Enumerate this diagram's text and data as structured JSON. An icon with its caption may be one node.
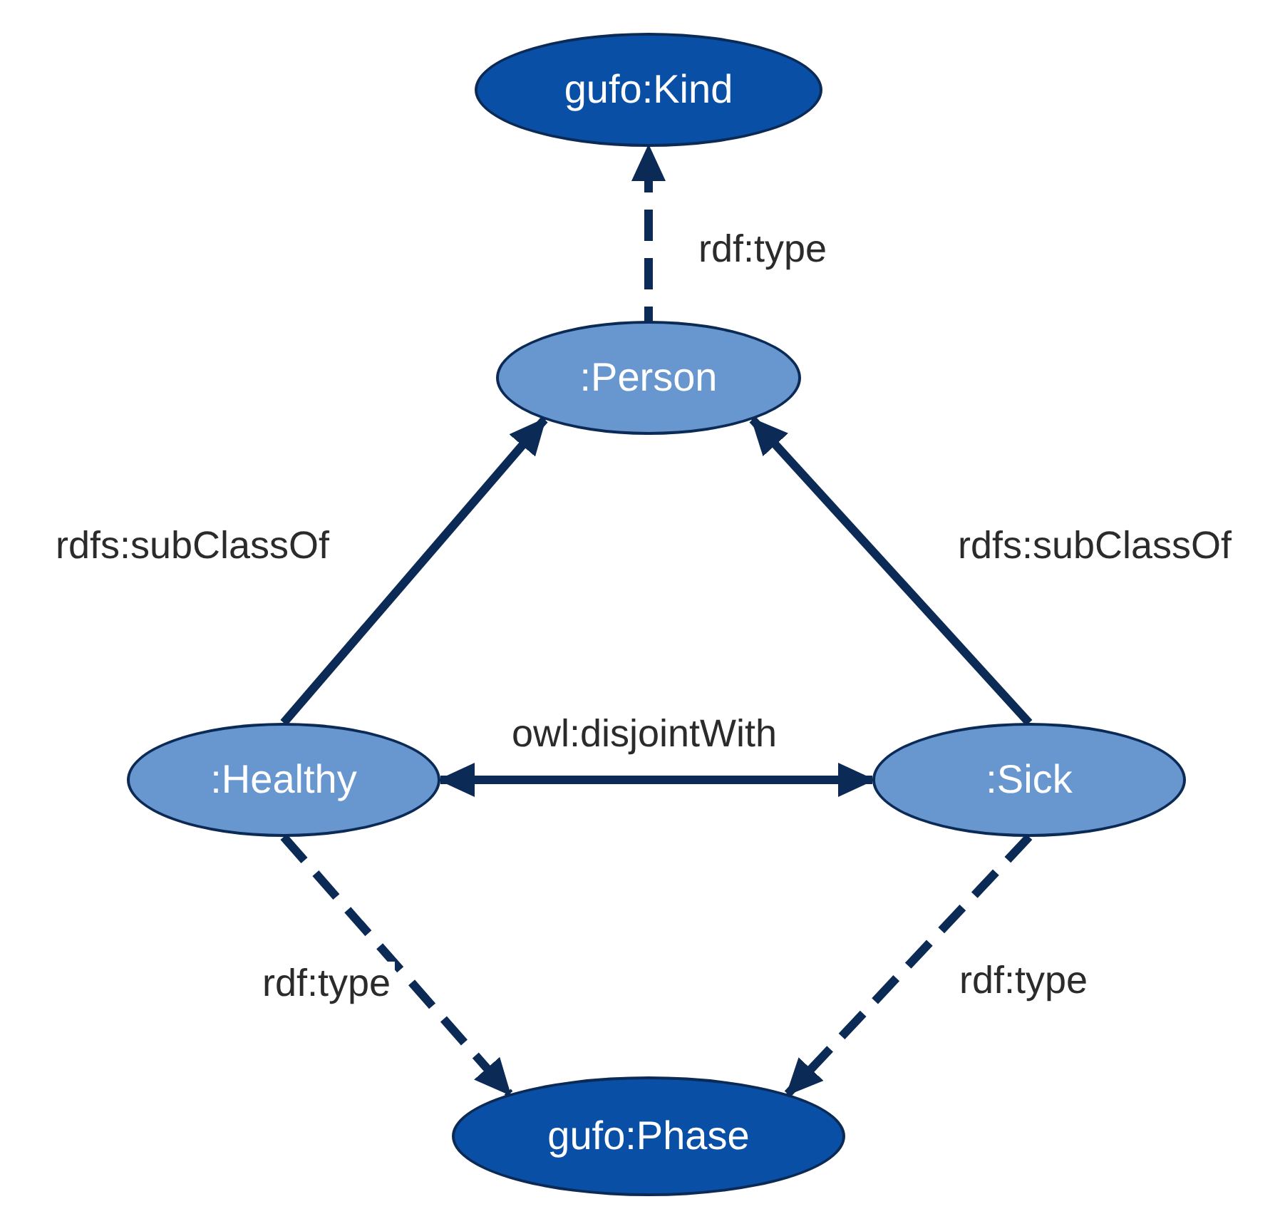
{
  "diagram": {
    "nodes": [
      {
        "text": [
          "gufo:Kind"
        ]
      },
      {
        "text": [
          ":Person"
        ]
      },
      {
        "text": [
          ":Healthy"
        ]
      },
      {
        "text": [
          ":Sick"
        ]
      },
      {
        "text": [
          "gufo:Phase"
        ]
      }
    ],
    "edges": [
      {
        "from": 1,
        "to": 0,
        "arrow": "to",
        "label": "rdf:type",
        "style": "dashed"
      },
      {
        "from": 2,
        "to": 1,
        "arrow": "to",
        "label": "rdfs:subClassOf"
      },
      {
        "from": 3,
        "to": 1,
        "arrow": "to",
        "label": "rdfs:subClassOf"
      },
      {
        "from": 2,
        "to": 3,
        "arrow": "both",
        "label": "owl:disjointWith"
      },
      {
        "from": 2,
        "to": 4,
        "arrow": "to",
        "label": "rdf:type",
        "style": "dashed"
      },
      {
        "from": 3,
        "to": 4,
        "arrow": "to",
        "label": "rdf:type",
        "style": "dashed"
      }
    ]
  }
}
